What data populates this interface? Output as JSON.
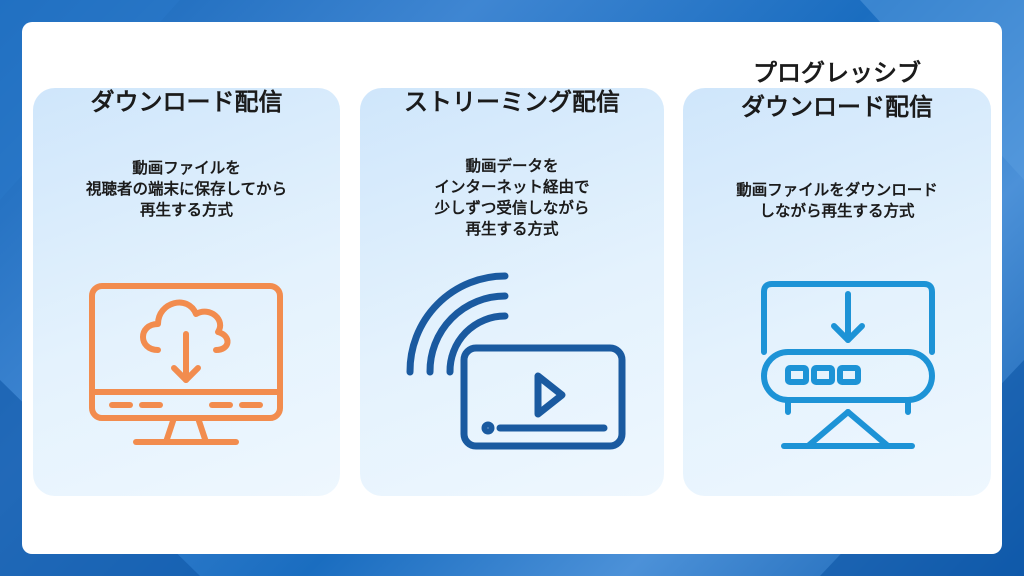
{
  "colors": {
    "download_icon": "#f28c4e",
    "streaming_icon": "#1a5aa0",
    "progressive_icon": "#1d93d6"
  },
  "cards": [
    {
      "title_lines": [
        "ダウンロード配信"
      ],
      "desc_lines": [
        "動画ファイルを",
        "視聴者の端末に保存してから",
        "再生する方式"
      ],
      "icon": "monitor-cloud-download-icon"
    },
    {
      "title_lines": [
        "ストリーミング配信"
      ],
      "desc_lines": [
        "動画データを",
        "インターネット経由で",
        "少しずつ受信しながら",
        "再生する方式"
      ],
      "icon": "video-player-signal-icon"
    },
    {
      "title_lines": [
        "プログレッシブ",
        "ダウンロード配信"
      ],
      "desc_lines": [
        "動画ファイルをダウンロード",
        "しながら再生する方式"
      ],
      "icon": "monitor-buffer-download-icon"
    }
  ]
}
